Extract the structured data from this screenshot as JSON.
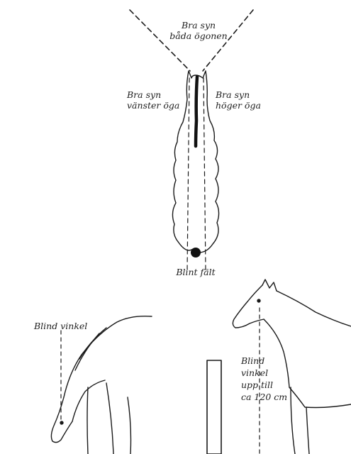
{
  "top_diagram": {
    "both_eyes_label": [
      "Bra syn",
      "båda ögonen"
    ],
    "left_eye_label": [
      "Bra syn",
      "vänster öga"
    ],
    "right_eye_label": [
      "Bra syn",
      "höger öga"
    ],
    "blind_field_label": "Blint fält"
  },
  "bottom_diagram": {
    "grazing_blind_label": "Blind vinkel",
    "standing_blind_label": [
      "Blind",
      "vinkel",
      "upp till",
      "ca 120 cm"
    ]
  }
}
